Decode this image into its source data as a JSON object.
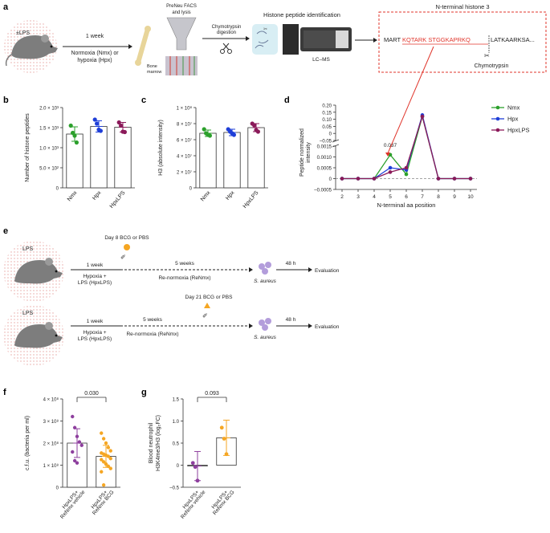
{
  "panel_letters": [
    "a",
    "b",
    "c",
    "d",
    "e",
    "f",
    "g"
  ],
  "panel_a": {
    "mouse_label": "±LPS",
    "step1_top": "1 week",
    "step1_bottom_1": "Normoxia (Nmx) or",
    "step1_bottom_2": "hypoxia (Hpx)",
    "bone_marrow_1": "Bone",
    "bone_marrow_2": "marrow",
    "facs_1": "PreNeu FACS",
    "facs_2": "and lysis",
    "digest_1": "Chymotrypsin",
    "digest_2": "digestion",
    "histone_id": "Histone peptide identification",
    "lcms": "LC–MS",
    "nterm_title": "N-terminal histone 3",
    "seq_prefix": "MART",
    "seq_highlight": "KQTARK   STGGKAPRKQ",
    "seq_suffix": "LATKAARKSA...",
    "chymotrypsin": "Chymotrypsin"
  },
  "panel_e": {
    "row1": {
      "mouse_label": "LPS",
      "week": "1 week",
      "cond_1": "Hypoxia +",
      "cond_2": "LPS (HpxLPS)",
      "treat": "Day 8 BCG or PBS",
      "weeks": "5 weeks",
      "renmx": "Re-normoxia (ReNmx)",
      "sa": "S. aureus",
      "h48": "48 h",
      "evaluation": "Evaluation"
    },
    "row2": {
      "mouse_label": "LPS",
      "week": "1 week",
      "cond_1": "Hypoxia +",
      "cond_2": "LPS (HpxLPS)",
      "treat": "Day 21 BCG or PBS",
      "weeks": "5 weeks",
      "renmx": "Re-normoxia (ReNmx)",
      "sa": "S. aureus",
      "h48": "48 h",
      "evaluation": "Evaluation"
    }
  },
  "colors": {
    "nmx": "#2ca02c",
    "hpx": "#1f3fd8",
    "hpxlps": "#8b1a5a",
    "purple": "#8e3f9e",
    "orange": "#f5a623",
    "red": "#e0352b",
    "highlight_box": "#e0352b"
  },
  "chart_data": [
    {
      "panel": "b",
      "type": "bar",
      "categories": [
        "Nmx",
        "Hpx",
        "HpxLPS"
      ],
      "values": [
        1340.0,
        1530.0,
        1510.0
      ],
      "sd": [
        180.0,
        140.0,
        120.0
      ],
      "points": [
        [
          1550.0,
          1370.0,
          1300.0,
          1130.0
        ],
        [
          1700.0,
          1600.0,
          1450.0,
          1420.0
        ],
        [
          1630.0,
          1550.0,
          1400.0,
          1390.0
        ]
      ],
      "colors": [
        "#2ca02c",
        "#1f3fd8",
        "#8b1a5a"
      ],
      "ylabel": "Number of histone peptides",
      "ylim": [
        0,
        2000
      ],
      "yticks": [
        0,
        500,
        1000,
        1500,
        2000
      ],
      "ytick_labels": [
        "0",
        "5.0 × 10²",
        "1.0 × 10³",
        "1.5 × 10³",
        "2.0 × 10³"
      ]
    },
    {
      "panel": "c",
      "type": "bar",
      "categories": [
        "Nmx",
        "Hpx",
        "HpxLPS"
      ],
      "values": [
        68000000.0,
        69000000.0,
        75000000.0
      ],
      "sd": [
        4000000.0,
        4000000.0,
        5000000.0
      ],
      "points": [
        [
          73000000.0,
          68000000.0,
          66000000.0,
          65000000.0
        ],
        [
          73000000.0,
          70000000.0,
          68000000.0,
          66000000.0
        ],
        [
          80000000.0,
          78000000.0,
          72000000.0,
          70000000.0
        ]
      ],
      "colors": [
        "#2ca02c",
        "#1f3fd8",
        "#8b1a5a"
      ],
      "ylabel": "H3 (absolute intensity)",
      "ylim": [
        0,
        100000000.0
      ],
      "yticks": [
        0,
        20000000.0,
        40000000.0,
        60000000.0,
        80000000.0,
        100000000.0
      ],
      "ytick_labels": [
        "0",
        "2 × 10⁷",
        "4 × 10⁷",
        "6 × 10⁷",
        "8 × 10⁷",
        "1 × 10⁸"
      ]
    },
    {
      "panel": "d",
      "type": "line",
      "x": [
        2,
        3,
        4,
        5,
        6,
        7,
        8,
        9,
        10
      ],
      "xlabel": "N-terminal aa position",
      "ylabel_1": "Peptide normalized",
      "ylabel_2": "intensity",
      "lower_ylim": [
        -0.0005,
        0.0015
      ],
      "lower_yticks": [
        -0.0005,
        0,
        0.0005,
        0.001,
        0.0015
      ],
      "lower_ytick_labels": [
        "–0.0005",
        "0",
        "0.0005",
        "0.0010",
        "0.0015"
      ],
      "upper_ylim": [
        -0.05,
        0.2
      ],
      "upper_yticks": [
        -0.05,
        0,
        0.05,
        0.1,
        0.15,
        0.2
      ],
      "upper_ytick_labels": [
        "–0.05",
        "0",
        "0.05",
        "0.10",
        "0.15",
        "0.20"
      ],
      "annotation": "0.037",
      "legend_position": "right",
      "series": [
        {
          "name": "Nmx",
          "color": "#2ca02c",
          "values": [
            0,
            0,
            0,
            0.0011,
            0.0002,
            0.12,
            0,
            0,
            0
          ]
        },
        {
          "name": "Hpx",
          "color": "#1f3fd8",
          "values": [
            0,
            0,
            0,
            0.0005,
            0.0004,
            0.13,
            0,
            0,
            0
          ]
        },
        {
          "name": "HpxLPS",
          "color": "#8b1a5a",
          "values": [
            0,
            0,
            0,
            0.0003,
            0.0005,
            0.12,
            0,
            0,
            0
          ]
        }
      ]
    },
    {
      "panel": "f",
      "type": "bar",
      "categories": [
        "HpxLPS+ ReNmx vehicle",
        "HpxLPS+ ReNmx BCG"
      ],
      "category_lines": [
        [
          "HpxLPS+",
          "ReNmx vehicle"
        ],
        [
          "HpxLPS+",
          "ReNmx BCG"
        ]
      ],
      "values": [
        200000000.0,
        140000000.0
      ],
      "sd": [
        65000000.0,
        50000000.0
      ],
      "points": [
        [
          320000000.0,
          270000000.0,
          230000000.0,
          205000000.0,
          190000000.0,
          160000000.0,
          120000000.0,
          110000000.0
        ],
        [
          245000000.0,
          220000000.0,
          200000000.0,
          180000000.0,
          165000000.0,
          155000000.0,
          150000000.0,
          145000000.0,
          140000000.0,
          130000000.0,
          125000000.0,
          115000000.0,
          105000000.0,
          95000000.0,
          85000000.0,
          70000000.0,
          10000000.0
        ]
      ],
      "colors": [
        "#8e3f9e",
        "#f5a623"
      ],
      "ylabel": "c.f.u. (bacteria per ml)",
      "ylim": [
        0,
        400000000.0
      ],
      "yticks": [
        0,
        100000000.0,
        200000000.0,
        300000000.0,
        400000000.0
      ],
      "ytick_labels": [
        "0",
        "1 × 10⁸",
        "2 × 10⁸",
        "3 × 10⁸",
        "4 × 10⁸"
      ],
      "annotation": "0.030"
    },
    {
      "panel": "g",
      "type": "bar",
      "categories": [
        "HpxLPS+ ReNmx vehicle",
        "HpxLPS+ ReNmx BCG"
      ],
      "category_lines": [
        [
          "HpxLPS+",
          "ReNmx vehicle"
        ],
        [
          "HpxLPS+",
          "ReNmx BCG"
        ]
      ],
      "values": [
        -0.02,
        0.62
      ],
      "sd": [
        0.33,
        0.4
      ],
      "points": [
        [
          0.05,
          -0.04,
          -0.35
        ],
        [
          0.85,
          0.6,
          0.25
        ]
      ],
      "colors": [
        "#8e3f9e",
        "#f5a623"
      ],
      "ylabel_1": "Blood neutrophil",
      "ylabel_2": "H3K4me3/H3 (log₂FC)",
      "ylim": [
        -0.5,
        1.5
      ],
      "yticks": [
        -0.5,
        0,
        0.5,
        1.0,
        1.5
      ],
      "ytick_labels": [
        "–0.5",
        "0",
        "0.5",
        "1.0",
        "1.5"
      ],
      "annotation": "0.093"
    }
  ]
}
